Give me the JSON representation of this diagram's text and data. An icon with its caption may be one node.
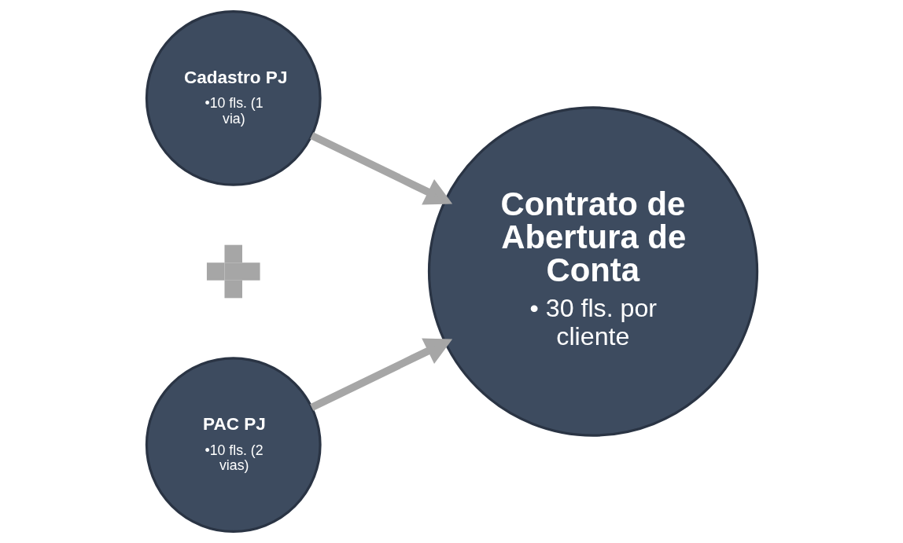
{
  "diagram": {
    "nodes": [
      {
        "text": [
          "Cadastro PJ",
          "•10 fls. (1 via)"
        ]
      },
      {
        "text": [],
        "shape": "plus"
      },
      {
        "text": [
          "PAC PJ",
          "•10 fls. (2 vias)"
        ]
      },
      {
        "text": [
          "Contrato de Abertura de Conta",
          "• 30 fls. por cliente"
        ]
      }
    ],
    "edges": [
      {
        "from": 0,
        "to": 3,
        "arrow": "to"
      },
      {
        "from": 2,
        "to": 3,
        "arrow": "to"
      }
    ]
  }
}
